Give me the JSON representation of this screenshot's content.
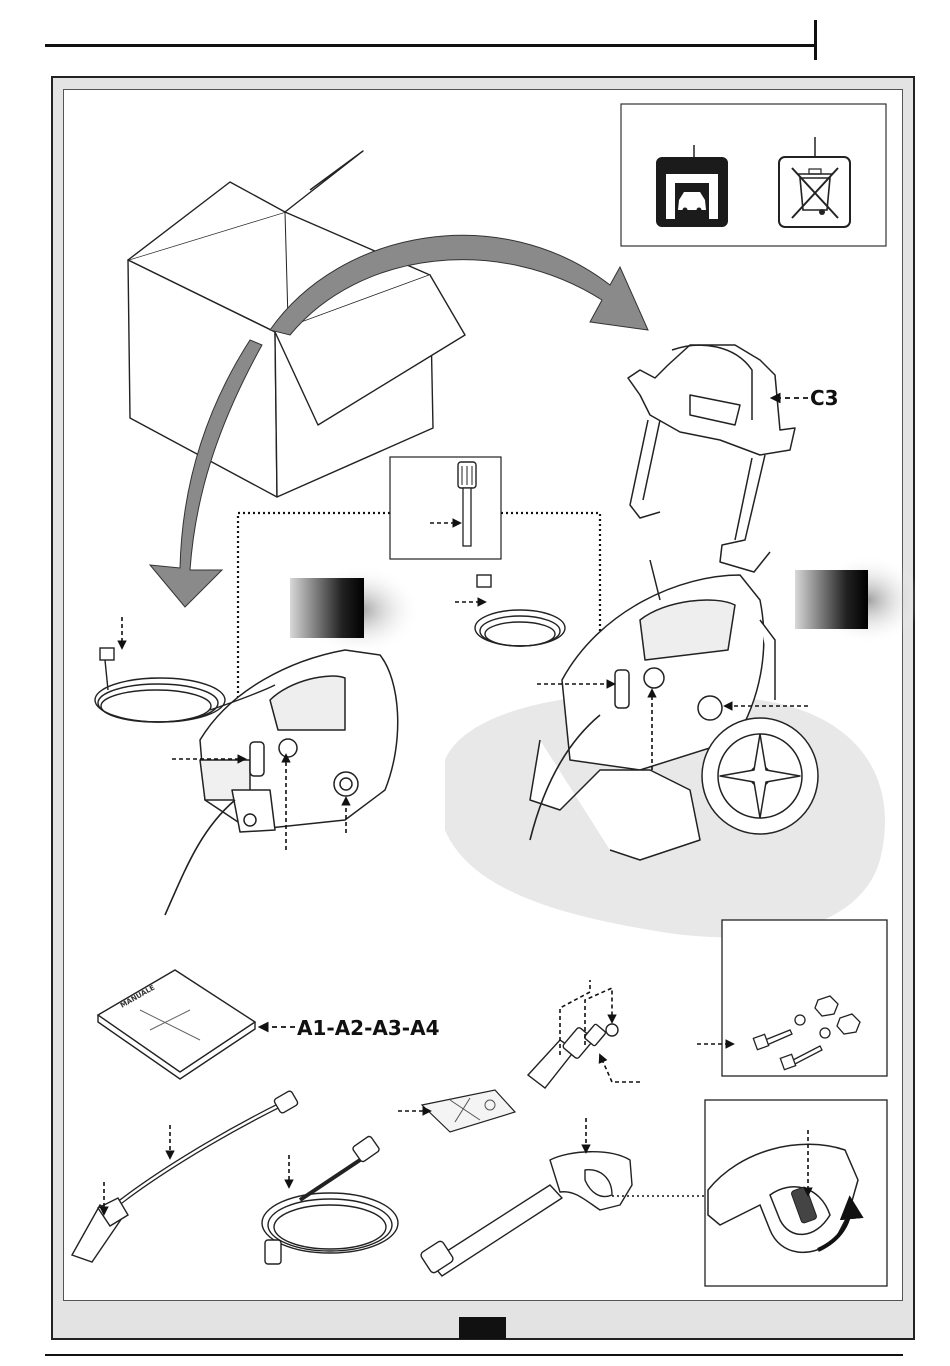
{
  "callouts": {
    "trolley_handle": "C3",
    "manual_ref": "A1-A2-A3-A4"
  },
  "manual_cover_text": "MANUALE",
  "icons": [
    "garage-storage-icon",
    "weee-disposal-icon"
  ],
  "colors": {
    "frame": "#e3e3e3",
    "ink": "#111111",
    "floor_shadow": "#e8e8e8"
  }
}
